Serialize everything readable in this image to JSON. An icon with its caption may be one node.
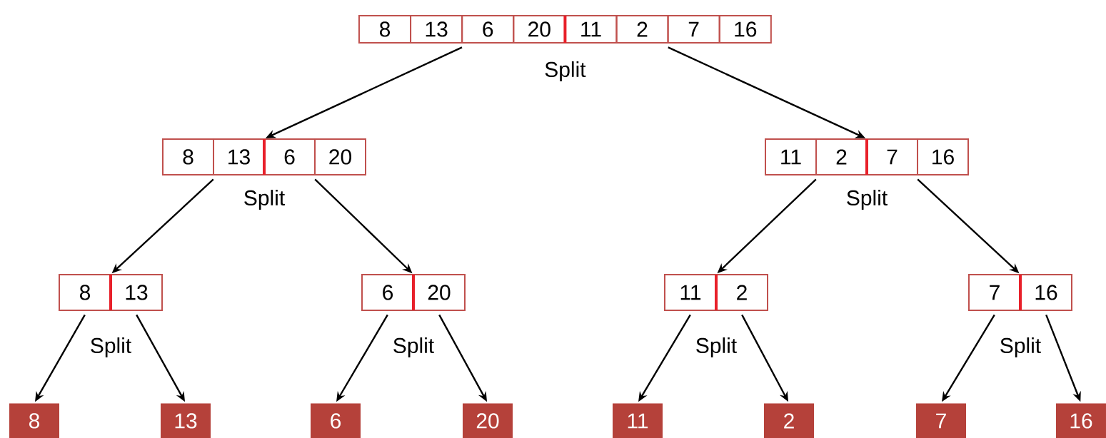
{
  "diagram": {
    "nodes": [
      {
        "text": [
          "8",
          "13",
          "6",
          "20",
          "11",
          "2",
          "7",
          "16"
        ],
        "beside": [
          "Split"
        ]
      },
      {
        "text": [
          "8",
          "13",
          "6",
          "20"
        ],
        "beside": [
          "Split"
        ]
      },
      {
        "text": [
          "11",
          "2",
          "7",
          "16"
        ],
        "beside": [
          "Split"
        ]
      },
      {
        "text": [
          "8",
          "13"
        ],
        "beside": [
          "Split"
        ]
      },
      {
        "text": [
          "6",
          "20"
        ],
        "beside": [
          "Split"
        ]
      },
      {
        "text": [
          "11",
          "2"
        ],
        "beside": [
          "Split"
        ]
      },
      {
        "text": [
          "7",
          "16"
        ],
        "beside": [
          "Split"
        ]
      },
      {
        "text": [
          "8"
        ]
      },
      {
        "text": [
          "13"
        ]
      },
      {
        "text": [
          "6"
        ]
      },
      {
        "text": [
          "20"
        ]
      },
      {
        "text": [
          "11"
        ]
      },
      {
        "text": [
          "2"
        ]
      },
      {
        "text": [
          "7"
        ]
      },
      {
        "text": [
          "16"
        ]
      }
    ],
    "edges": [
      {
        "from": 0,
        "to": 1,
        "arrow": "to"
      },
      {
        "from": 0,
        "to": 2,
        "arrow": "to"
      },
      {
        "from": 1,
        "to": 3,
        "arrow": "to"
      },
      {
        "from": 1,
        "to": 4,
        "arrow": "to"
      },
      {
        "from": 2,
        "to": 5,
        "arrow": "to"
      },
      {
        "from": 2,
        "to": 6,
        "arrow": "to"
      },
      {
        "from": 3,
        "to": 7,
        "arrow": "to"
      },
      {
        "from": 3,
        "to": 8,
        "arrow": "to"
      },
      {
        "from": 4,
        "to": 9,
        "arrow": "to"
      },
      {
        "from": 4,
        "to": 10,
        "arrow": "to"
      },
      {
        "from": 5,
        "to": 11,
        "arrow": "to"
      },
      {
        "from": 5,
        "to": 12,
        "arrow": "to"
      },
      {
        "from": 6,
        "to": 13,
        "arrow": "to"
      },
      {
        "from": 6,
        "to": 14,
        "arrow": "to"
      }
    ]
  }
}
